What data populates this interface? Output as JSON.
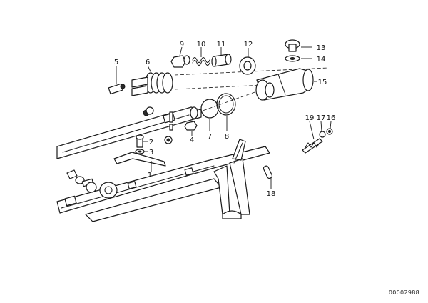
{
  "callouts": {
    "c1": "1",
    "c2": "2",
    "c3": "3",
    "c4": "4",
    "c5": "5",
    "c6": "6",
    "c7": "7",
    "c8": "8",
    "c9": "9",
    "c10": "10",
    "c11": "11",
    "c12": "12",
    "c13": "13",
    "c14": "14",
    "c15": "15",
    "c16": "16",
    "c17": "17",
    "c18": "18",
    "c19": "19"
  },
  "reference_number": "00002988"
}
